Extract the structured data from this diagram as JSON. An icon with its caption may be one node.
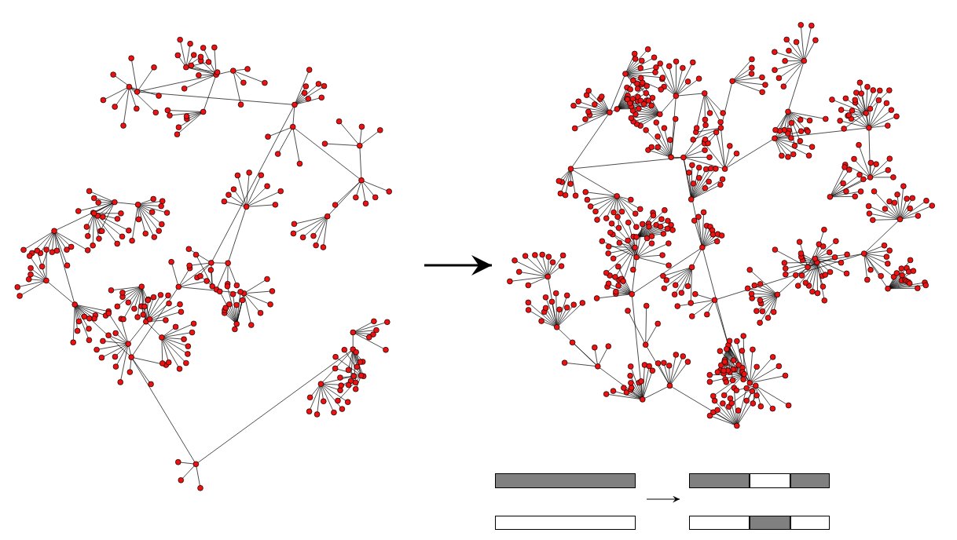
{
  "diagram": {
    "nodes": [
      {
        "text": [],
        "shape": "picture"
      },
      {
        "text": [],
        "shape": "picture"
      },
      {
        "text": [],
        "shape": "bar"
      },
      {
        "text": [],
        "shape": "bar"
      },
      {
        "text": [],
        "shape": "bar"
      },
      {
        "text": [],
        "shape": "bar"
      }
    ],
    "edges": [
      {
        "from": 0,
        "to": 1,
        "arrow": "to"
      }
    ]
  }
}
